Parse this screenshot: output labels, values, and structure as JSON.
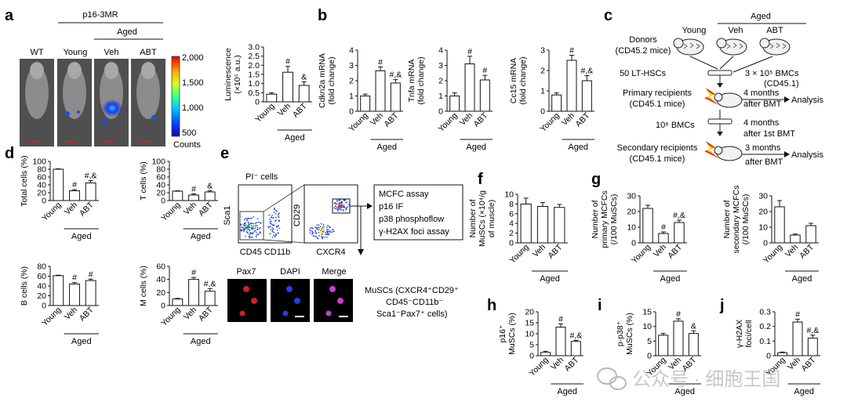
{
  "panel_letters": [
    "a",
    "b",
    "c",
    "d",
    "e",
    "f",
    "g",
    "h",
    "i",
    "j"
  ],
  "colors": {
    "bar_fill": "#ffffff",
    "bar_stroke": "#111111",
    "mouse_bg": "#505050",
    "scale_bar": "#d21e1e",
    "flow_dot": "#2b50d8"
  },
  "panel_a": {
    "strain": "p16-3MR",
    "group_aged": "Aged",
    "mouse_labels": [
      "WT",
      "Young",
      "Veh",
      "ABT"
    ],
    "colorbar_ticks": [
      "2,000",
      "1,500",
      "1,000",
      "500"
    ],
    "colorbar_unit": "Counts"
  },
  "common": {
    "x_labels": [
      "Young",
      "Veh",
      "ABT"
    ],
    "aged": "Aged"
  },
  "panel_c": {
    "young": "Young",
    "aged": "Aged",
    "veh": "Veh",
    "abt": "ABT",
    "donors": "Donors",
    "donors_sub": "(CD45.2 mice)",
    "lt_hscs": "50 LT-HSCs",
    "bmcs": "3 × 10⁵ BMCs",
    "bmcs_sub": "(CD45.1)",
    "primary": "Primary recipients",
    "primary_sub": "(CD45.1 mice)",
    "months1": "4 months",
    "months1_sub": "after BMT",
    "analysis": "Analysis",
    "bmcs2": "10⁶ BMCs",
    "months2": "4 months",
    "months2_sub": "after 1st BMT",
    "secondary": "Secondary recipients",
    "secondary_sub": "(CD45.1 mice)",
    "months3": "3 months",
    "months3_sub": "after BMT"
  },
  "panel_e": {
    "pi_label": "PI⁻ cells",
    "axis_sca1": "Sca1",
    "axis_cd45": "CD45 CD11b",
    "axis_cd29": "CD29",
    "axis_cxcr4": "CXCR4",
    "assays": [
      "MCFC assay",
      "p16 IF",
      "p38 phosphoflow",
      "γ-H2AX foci assay"
    ],
    "stains": [
      "Pax7",
      "DAPI",
      "Merge"
    ],
    "musc_lines": [
      "MuSCs  (CXCR4⁺CD29⁺",
      "CD45⁻CD11b⁻",
      "Sca1⁻Pax7⁺ cells)"
    ]
  },
  "watermark": "公众号 · 细胞王国",
  "chart_data": [
    {
      "id": "a",
      "type": "bar",
      "ylabel": [
        "Luminescence",
        "(×10⁵ a.u.)"
      ],
      "ylim": [
        0,
        3
      ],
      "yticks": [
        0,
        0.5,
        1.0,
        1.5,
        2.0,
        2.5,
        3.0
      ],
      "ytick_labels": [
        "0",
        "0.5",
        "1.0",
        "1.5",
        "2.0",
        "2.5",
        "3.0"
      ],
      "categories": [
        "Young",
        "Veh",
        "ABT"
      ],
      "values": [
        0.42,
        1.62,
        0.9
      ],
      "errors": [
        0.07,
        0.32,
        0.2
      ],
      "annotations": [
        "",
        "#",
        "&"
      ]
    },
    {
      "id": "b1",
      "type": "bar",
      "ylabel": [
        "Cdkn2a mRNA",
        "(fold change)"
      ],
      "ylim": [
        0,
        4
      ],
      "yticks": [
        0,
        1,
        2,
        3,
        4
      ],
      "ytick_labels": [
        "0",
        "1",
        "2",
        "3",
        "4"
      ],
      "categories": [
        "Young",
        "Veh",
        "ABT"
      ],
      "values": [
        1.0,
        2.65,
        1.85
      ],
      "errors": [
        0.12,
        0.25,
        0.22
      ],
      "annotations": [
        "",
        "#",
        "#,&"
      ]
    },
    {
      "id": "b2",
      "type": "bar",
      "ylabel": [
        "Tnfa mRNA",
        "(fold change)"
      ],
      "ylim": [
        0,
        4
      ],
      "yticks": [
        0,
        1,
        2,
        3,
        4
      ],
      "ytick_labels": [
        "0",
        "1",
        "2",
        "3",
        "4"
      ],
      "categories": [
        "Young",
        "Veh",
        "ABT"
      ],
      "values": [
        1.0,
        3.1,
        2.05
      ],
      "errors": [
        0.2,
        0.5,
        0.3
      ],
      "annotations": [
        "",
        "#",
        "#"
      ]
    },
    {
      "id": "b3",
      "type": "bar",
      "ylabel": [
        "Cc15 mRNA",
        "(fold change)"
      ],
      "ylim": [
        0,
        3
      ],
      "yticks": [
        0,
        1,
        2,
        3
      ],
      "ytick_labels": [
        "0",
        "1",
        "2",
        "3"
      ],
      "categories": [
        "Young",
        "Veh",
        "ABT"
      ],
      "values": [
        0.8,
        2.5,
        1.5
      ],
      "errors": [
        0.1,
        0.25,
        0.25
      ],
      "annotations": [
        "",
        "#",
        "#,&"
      ]
    },
    {
      "id": "d1",
      "type": "bar",
      "ylabel": [
        "Total cells (%)"
      ],
      "ylim": [
        0,
        100
      ],
      "yticks": [
        0,
        20,
        40,
        60,
        80,
        100
      ],
      "ytick_labels": [
        "0",
        "20",
        "40",
        "60",
        "80",
        "100"
      ],
      "categories": [
        "Young",
        "Veh",
        "ABT"
      ],
      "values": [
        80,
        25,
        45
      ],
      "errors": [
        1,
        3,
        6
      ],
      "annotations": [
        "",
        "#",
        "#,&"
      ]
    },
    {
      "id": "d2",
      "type": "bar",
      "ylabel": [
        "T cells (%)"
      ],
      "ylim": [
        0,
        100
      ],
      "yticks": [
        0,
        20,
        40,
        60,
        80,
        100
      ],
      "ytick_labels": [
        "0",
        "20",
        "40",
        "60",
        "80",
        "100"
      ],
      "categories": [
        "Young",
        "Veh",
        "ABT"
      ],
      "values": [
        24,
        14,
        22
      ],
      "errors": [
        1,
        3,
        3
      ],
      "annotations": [
        "",
        "#",
        "&"
      ]
    },
    {
      "id": "d3",
      "type": "bar",
      "ylabel": [
        "B cells (%)"
      ],
      "ylim": [
        0,
        80
      ],
      "yticks": [
        0,
        20,
        40,
        60,
        80
      ],
      "ytick_labels": [
        "0",
        "20",
        "40",
        "60",
        "80"
      ],
      "categories": [
        "Young",
        "Veh",
        "ABT"
      ],
      "values": [
        61,
        44,
        51
      ],
      "errors": [
        1,
        3,
        3
      ],
      "annotations": [
        "",
        "#",
        "#"
      ]
    },
    {
      "id": "d4",
      "type": "bar",
      "ylabel": [
        "M cells (%)"
      ],
      "ylim": [
        0,
        60
      ],
      "yticks": [
        0,
        20,
        40,
        60
      ],
      "ytick_labels": [
        "0",
        "20",
        "40",
        "60"
      ],
      "categories": [
        "Young",
        "Veh",
        "ABT"
      ],
      "values": [
        10,
        40,
        22
      ],
      "errors": [
        1,
        3,
        4
      ],
      "annotations": [
        "",
        "#",
        "#,&"
      ]
    },
    {
      "id": "f",
      "type": "bar",
      "ylabel": [
        "Number of",
        "MuSCs (×10⁴/g",
        "of muscle)"
      ],
      "ylim": [
        0,
        10
      ],
      "yticks": [
        0,
        2,
        4,
        6,
        8,
        10
      ],
      "ytick_labels": [
        "0",
        "2",
        "4",
        "6",
        "8",
        "10"
      ],
      "categories": [
        "Young",
        "Veh",
        "ABT"
      ],
      "values": [
        8.0,
        7.5,
        7.3
      ],
      "errors": [
        1.2,
        0.8,
        0.6
      ],
      "annotations": [
        "",
        "",
        ""
      ]
    },
    {
      "id": "g1",
      "type": "bar",
      "ylabel": [
        "Number of",
        "primary MCFCs",
        "(/100 MuSCs)"
      ],
      "ylim": [
        0,
        30
      ],
      "yticks": [
        0,
        10,
        20,
        30
      ],
      "ytick_labels": [
        "0",
        "10",
        "20",
        "30"
      ],
      "categories": [
        "Young",
        "Veh",
        "ABT"
      ],
      "values": [
        22,
        6,
        13
      ],
      "errors": [
        2,
        1,
        1.5
      ],
      "annotations": [
        "",
        "#",
        "#,&"
      ]
    },
    {
      "id": "g2",
      "type": "bar",
      "ylabel": [
        "Number of",
        "secondary MCFCs",
        "(/100 MuSCs)"
      ],
      "ylim": [
        0,
        30
      ],
      "yticks": [
        0,
        10,
        20,
        30
      ],
      "ytick_labels": [
        "0",
        "10",
        "20",
        "30"
      ],
      "categories": [
        "Young",
        "Veh",
        "ABT"
      ],
      "values": [
        23,
        5,
        11
      ],
      "errors": [
        4,
        0.6,
        1.5
      ],
      "annotations": [
        "",
        "",
        ""
      ]
    },
    {
      "id": "h",
      "type": "bar",
      "ylabel": [
        "p16⁺",
        "MuSCs (%)"
      ],
      "ylim": [
        0,
        20
      ],
      "yticks": [
        0,
        5,
        10,
        15,
        20
      ],
      "ytick_labels": [
        "0",
        "5",
        "10",
        "15",
        "20"
      ],
      "categories": [
        "Young",
        "Veh",
        "ABT"
      ],
      "values": [
        1.5,
        13,
        6.5
      ],
      "errors": [
        0.5,
        1.5,
        0.5
      ],
      "annotations": [
        "",
        "#",
        "#,&"
      ]
    },
    {
      "id": "i",
      "type": "bar",
      "ylabel": [
        "p-p38⁺",
        "MuSCs (%)"
      ],
      "ylim": [
        0,
        15
      ],
      "yticks": [
        0,
        5,
        10,
        15
      ],
      "ytick_labels": [
        "0",
        "5",
        "10",
        "15"
      ],
      "categories": [
        "Young",
        "Veh",
        "ABT"
      ],
      "values": [
        7,
        11.8,
        7.6
      ],
      "errors": [
        0.6,
        0.8,
        0.9
      ],
      "annotations": [
        "",
        "#",
        "&"
      ]
    },
    {
      "id": "j",
      "type": "bar",
      "ylabel": [
        "γ-H2AX",
        "foci/cell"
      ],
      "ylim": [
        0,
        0.3
      ],
      "yticks": [
        0,
        0.1,
        0.2,
        0.3
      ],
      "ytick_labels": [
        "0",
        "0.1",
        "0.2",
        "0.3"
      ],
      "categories": [
        "Young",
        "Veh",
        "ABT"
      ],
      "values": [
        0.02,
        0.23,
        0.12
      ],
      "errors": [
        0.005,
        0.02,
        0.02
      ],
      "annotations": [
        "",
        "#",
        "#,&"
      ]
    }
  ]
}
